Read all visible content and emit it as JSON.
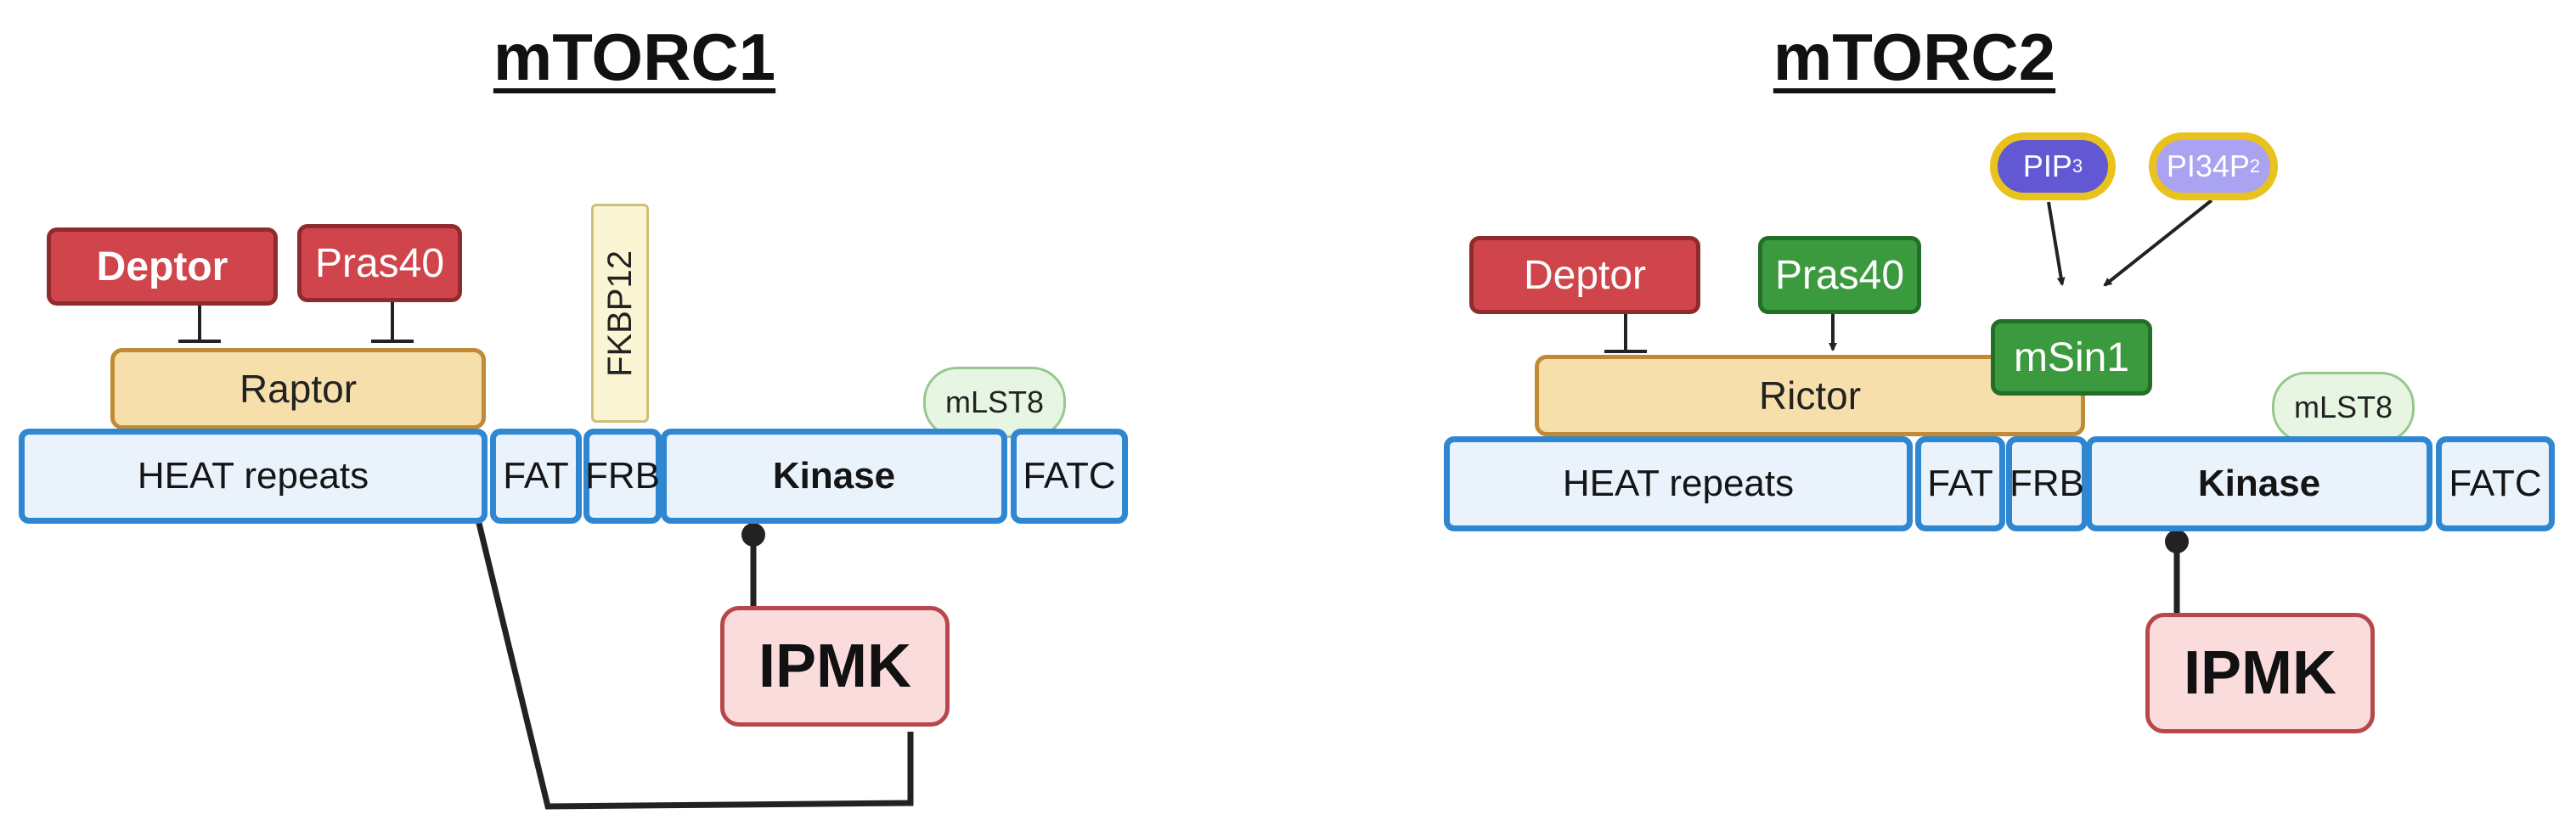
{
  "mtorc1": {
    "title": "mTORC1",
    "domains": {
      "heat": "HEAT repeats",
      "fat": "FAT",
      "frb": "FRB",
      "kinase": "Kinase",
      "fatc": "FATC"
    },
    "deptor": "Deptor",
    "pras40": "Pras40",
    "raptor": "Raptor",
    "fkbp12": "FKBP12",
    "mlst8": "mLST8",
    "ipmk": "IPMK"
  },
  "mtorc2": {
    "title": "mTORC2",
    "domains": {
      "heat": "HEAT repeats",
      "fat": "FAT",
      "frb": "FRB",
      "kinase": "Kinase",
      "fatc": "FATC"
    },
    "deptor": "Deptor",
    "pras40": "Pras40",
    "rictor": "Rictor",
    "msin1": "mSin1",
    "mlst8": "mLST8",
    "ipmk": "IPMK",
    "pip3": {
      "base": "PIP",
      "sub": "3"
    },
    "pi34p2": {
      "base": "PI34P",
      "sub": "2"
    }
  },
  "colors": {
    "domain_fill": "#eaf3fc",
    "domain_border": "#2f86d1",
    "inhibitor_red": "#d0454b",
    "activator_green": "#3b9a3e",
    "scaffold_tan": "#f6dfab",
    "ipmk_fill": "#fbdcdc",
    "pip_ring": "#e9c21d",
    "pip3_fill": "#6258d3",
    "pi34p2_fill": "#a9a3f2"
  }
}
